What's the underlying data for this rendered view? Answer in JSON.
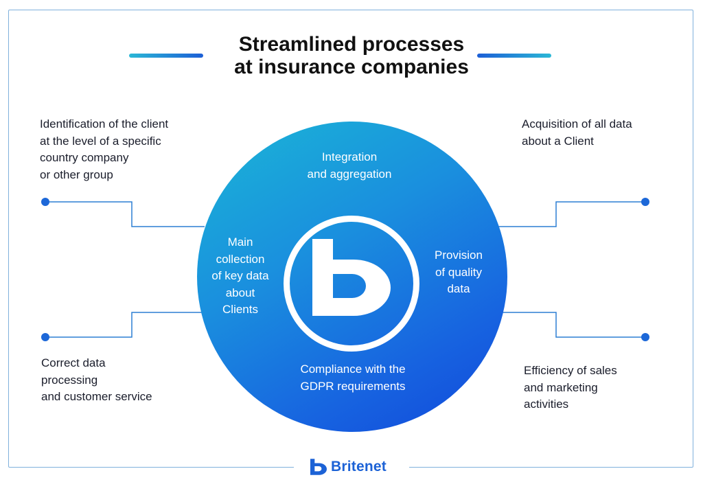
{
  "title_line1": "Streamlined processes",
  "title_line2": "at insurance companies",
  "notes": {
    "top_left": "Identification of the client\nat the level of a specific\ncountry company\nor other group",
    "bottom_left": "Correct data\nprocessing\nand customer service",
    "top_right": "Acquisition of all data\nabout a Client",
    "bottom_right": "Efficiency of sales\nand marketing\nactivities"
  },
  "circle": {
    "top": "Integration\nand aggregation",
    "left": "Main\ncollection\nof key data\nabout\nClients",
    "right": "Provision\nof quality\ndata",
    "bottom": "Compliance with the\nGDPR requirements"
  },
  "brand": "Britenet",
  "colors": {
    "accent": "#1c62d6",
    "teal": "#1bb6d6",
    "frame": "#7fb0dc"
  },
  "icons": {
    "logo": "britenet-b-icon"
  }
}
